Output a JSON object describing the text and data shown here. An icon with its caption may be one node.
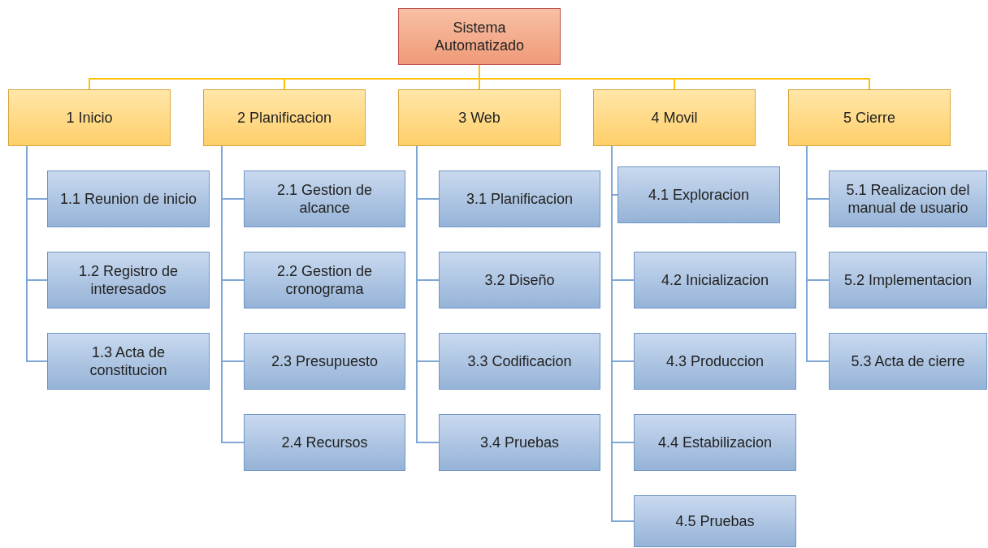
{
  "diagram": {
    "nodes": [
      {
        "text": [
          "Sistema Automatizado"
        ]
      },
      {
        "text": [
          "1 Inicio"
        ]
      },
      {
        "text": [
          "2 Planificacion"
        ]
      },
      {
        "text": [
          "3 Web"
        ]
      },
      {
        "text": [
          "4 Movil"
        ]
      },
      {
        "text": [
          "5 Cierre"
        ]
      },
      {
        "text": [
          "1.1 Reunion de inicio"
        ]
      },
      {
        "text": [
          "1.2 Registro de interesados"
        ]
      },
      {
        "text": [
          "1.3 Acta de constitucion"
        ]
      },
      {
        "text": [
          "2.1 Gestion de alcance"
        ]
      },
      {
        "text": [
          "2.2 Gestion de cronograma"
        ]
      },
      {
        "text": [
          "2.3 Presupuesto"
        ]
      },
      {
        "text": [
          "2.4 Recursos"
        ]
      },
      {
        "text": [
          "3.1 Planificacion"
        ]
      },
      {
        "text": [
          "3.2 Diseño"
        ]
      },
      {
        "text": [
          "3.3 Codificacion"
        ]
      },
      {
        "text": [
          "3.4 Pruebas"
        ]
      },
      {
        "text": [
          "4.1 Exploracion"
        ]
      },
      {
        "text": [
          "4.2 Inicializacion"
        ]
      },
      {
        "text": [
          "4.3 Produccion"
        ]
      },
      {
        "text": [
          "4.4 Estabilizacion"
        ]
      },
      {
        "text": [
          "4.5 Pruebas"
        ]
      },
      {
        "text": [
          "5.1 Realizacion del manual de usuario"
        ]
      },
      {
        "text": [
          "5.2 Implementacion"
        ]
      },
      {
        "text": [
          "5.3 Acta de cierre"
        ]
      }
    ],
    "edges": [
      {
        "from": 0,
        "to": 1,
        "arrow": "none",
        "color": "#ffc000"
      },
      {
        "from": 0,
        "to": 2,
        "arrow": "none",
        "color": "#ffc000"
      },
      {
        "from": 0,
        "to": 3,
        "arrow": "none",
        "color": "#ffc000"
      },
      {
        "from": 0,
        "to": 4,
        "arrow": "none",
        "color": "#ffc000"
      },
      {
        "from": 0,
        "to": 5,
        "arrow": "none",
        "color": "#ffc000"
      },
      {
        "from": 1,
        "to": 6,
        "arrow": "none"
      },
      {
        "from": 1,
        "to": 7,
        "arrow": "none"
      },
      {
        "from": 1,
        "to": 8,
        "arrow": "none"
      },
      {
        "from": 2,
        "to": 9,
        "arrow": "none"
      },
      {
        "from": 2,
        "to": 10,
        "arrow": "none"
      },
      {
        "from": 2,
        "to": 11,
        "arrow": "none"
      },
      {
        "from": 2,
        "to": 12,
        "arrow": "none"
      },
      {
        "from": 3,
        "to": 13,
        "arrow": "none"
      },
      {
        "from": 3,
        "to": 14,
        "arrow": "none"
      },
      {
        "from": 3,
        "to": 15,
        "arrow": "none"
      },
      {
        "from": 3,
        "to": 16,
        "arrow": "none"
      },
      {
        "from": 4,
        "to": 17,
        "arrow": "none"
      },
      {
        "from": 4,
        "to": 18,
        "arrow": "none"
      },
      {
        "from": 4,
        "to": 19,
        "arrow": "none"
      },
      {
        "from": 4,
        "to": 20,
        "arrow": "none"
      },
      {
        "from": 4,
        "to": 21,
        "arrow": "none"
      },
      {
        "from": 5,
        "to": 22,
        "arrow": "none"
      },
      {
        "from": 5,
        "to": 23,
        "arrow": "none"
      },
      {
        "from": 5,
        "to": 24,
        "arrow": "none"
      }
    ]
  }
}
